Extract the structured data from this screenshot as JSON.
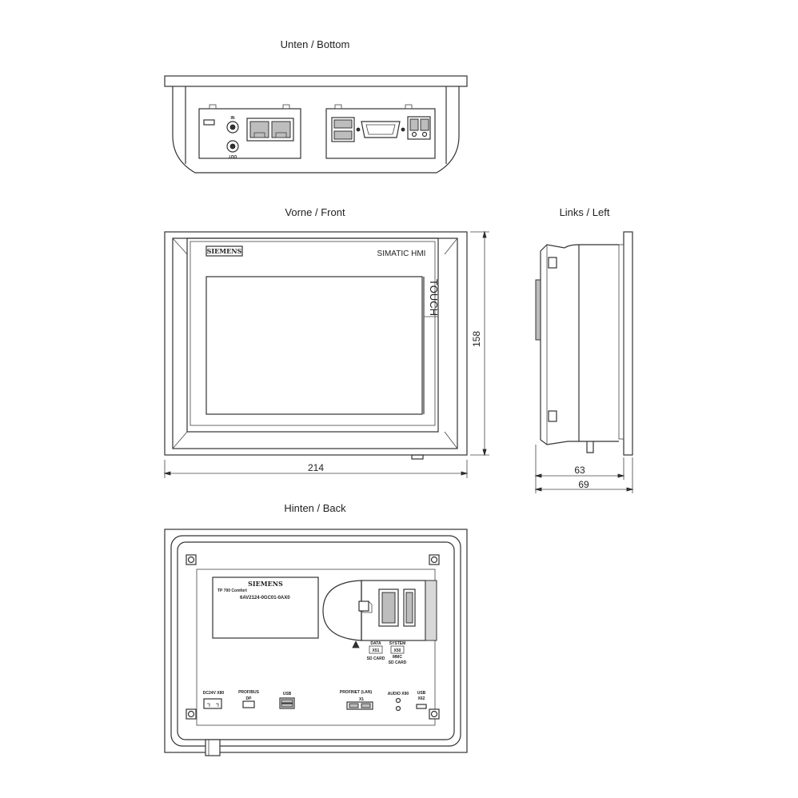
{
  "views": {
    "bottom": {
      "title": "Unten / Bottom"
    },
    "front": {
      "title": "Vorne / Front"
    },
    "left": {
      "title": "Links / Left"
    },
    "back": {
      "title": "Hinten / Back"
    }
  },
  "dimensions": {
    "width": "214",
    "height": "158",
    "depth_body": "63",
    "depth_total": "69"
  },
  "front_panel": {
    "brand": "SIEMENS",
    "product": "SIMATIC HMI",
    "touch": "TOUCH"
  },
  "bottom_ports": {
    "in": "IN",
    "out": "OUT"
  },
  "back_label": {
    "brand": "SIEMENS",
    "model": "TP 700 Comfort",
    "order_no": "6AV2124-0GC01-0AX0"
  },
  "back_ports": {
    "dc": "DC24V X80",
    "profibus": "PROFIBUS",
    "dp": "DP",
    "usb1": "USB",
    "profinet": "PROFINET (LAN)",
    "x1": "X1",
    "audio": "AUDIO X90",
    "usb2": "USB",
    "x62": "X62",
    "data": "DATA",
    "x51": "X51",
    "sdcard1": "SD CARD",
    "system": "SYSTEM",
    "x50": "X50",
    "sdcard2": "SD CARD",
    "mmc": "MMC"
  }
}
